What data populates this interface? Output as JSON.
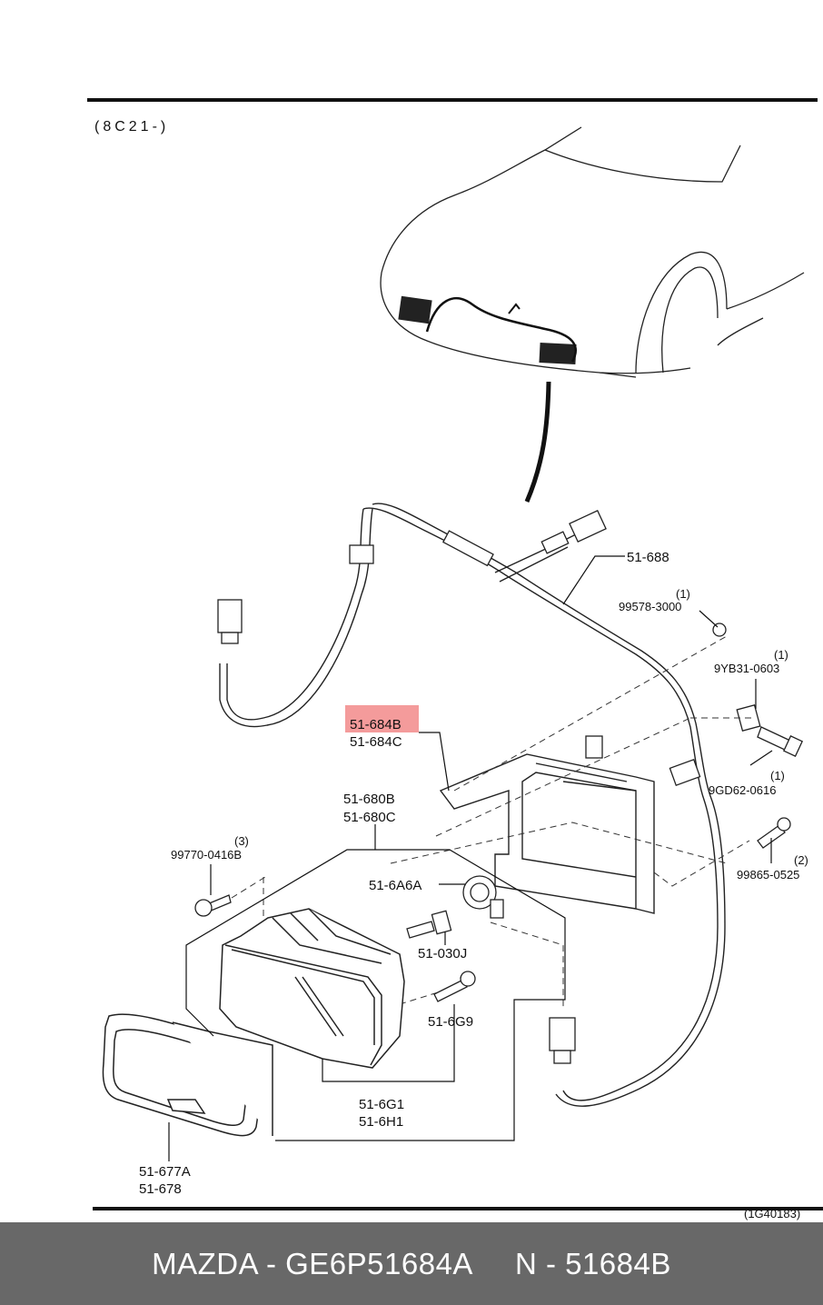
{
  "diagram": {
    "section_code": "(8C21-)",
    "figure_code": "(1G40183)",
    "highlight_color": "#f49b9b",
    "labels": {
      "harness": "51-688",
      "clip_qty": "(1)",
      "clip": "99578-3000",
      "nut_qty": "(1)",
      "nut": "9YB31-0603",
      "bracket_a": "51-684B",
      "bracket_b": "51-684C",
      "bolt_qty": "(1)",
      "bolt": "9GD62-0616",
      "lamp_a": "51-680B",
      "lamp_b": "51-680C",
      "screw_qty": "(3)",
      "screw": "99770-0416B",
      "screw2_qty": "(2)",
      "screw2": "99865-0525",
      "socket": "51-6A6A",
      "bulb": "51-030J",
      "adjust_screw": "51-6G9",
      "lens_a": "51-6G1",
      "lens_b": "51-6H1",
      "bezel_a": "51-677A",
      "bezel_b": "51-678"
    }
  },
  "footer": {
    "brand_part": "MAZDA - GE6P51684A",
    "ref_part": "N - 51684B",
    "background": "#686868"
  }
}
